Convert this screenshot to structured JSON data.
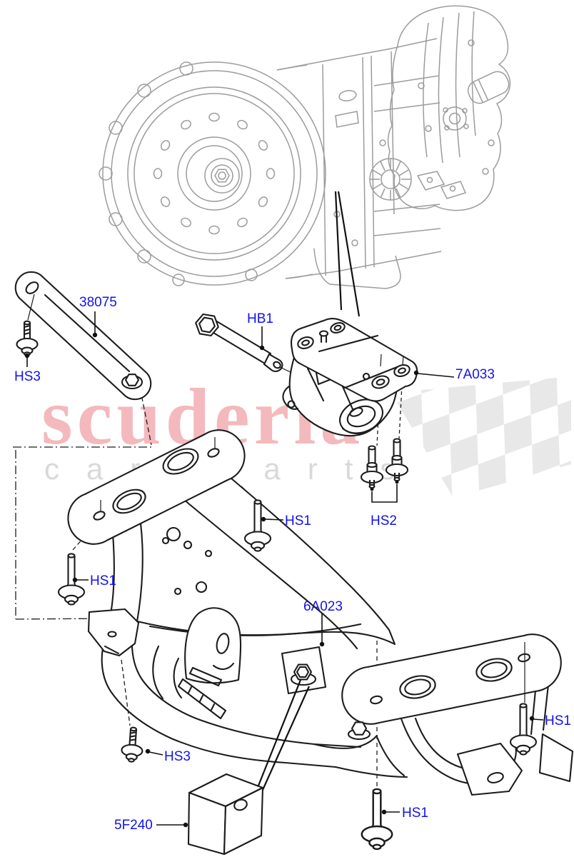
{
  "colors": {
    "label_blue": "#1212ee",
    "dark_line": "#1c1c1c",
    "gray_line": "#9c9c9c",
    "watermark_pink": "#f3b9bc",
    "watermark_gray": "#d9d9d9",
    "checker_gray": "#e8e8e8",
    "background": "#ffffff"
  },
  "watermark": {
    "brand": "scuderia",
    "subtext": "car parts"
  },
  "parts": {
    "part_38075": "38075",
    "hb1": "HB1",
    "part_7a033": "7A033",
    "hs3_top": "HS3",
    "hs1_mid": "HS1",
    "hs2": "HS2",
    "hs1_left": "HS1",
    "part_6a023": "6A023",
    "hs3_bottom": "HS3",
    "hs1_right": "HS1",
    "hs1_bottom": "HS1",
    "part_5f240": "5F240"
  }
}
